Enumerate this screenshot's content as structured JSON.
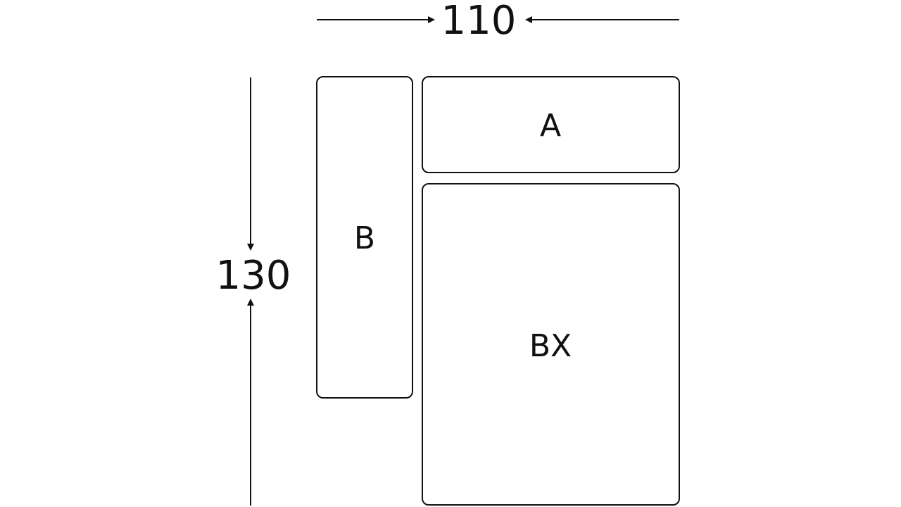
{
  "dimensions": {
    "width_label": "110",
    "height_label": "130"
  },
  "pieces": {
    "a_label": "A",
    "b_label": "B",
    "bx_label": "BX"
  },
  "colors": {
    "stroke": "#111111",
    "background": "#ffffff"
  }
}
